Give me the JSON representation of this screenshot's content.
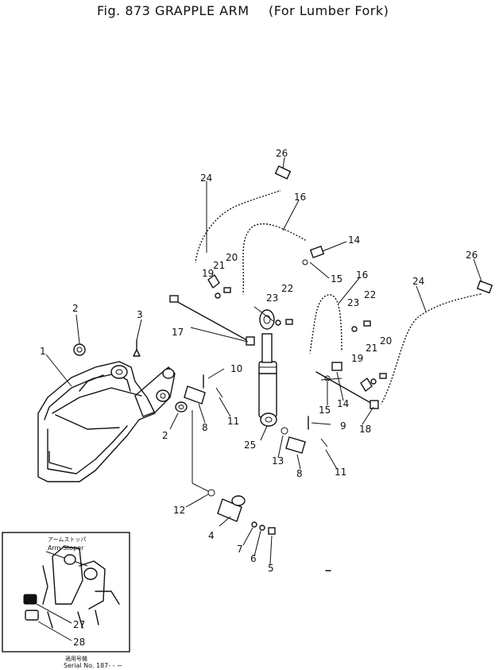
{
  "title": {
    "fig": "Fig. 873 GRAPPLE ARM",
    "note": "(For Lumber Fork)"
  },
  "callouts": {
    "c1": "1",
    "c2a": "2",
    "c2b": "2",
    "c3": "3",
    "c4": "4",
    "c5": "5",
    "c6": "6",
    "c7": "7",
    "c8a": "8",
    "c8b": "8",
    "c9": "9",
    "c10": "10",
    "c11a": "11",
    "c11b": "11",
    "c12": "12",
    "c13": "13",
    "c14a": "14",
    "c14b": "14",
    "c15a": "15",
    "c15b": "15",
    "c16a": "16",
    "c16b": "16",
    "c17": "17",
    "c18": "18",
    "c19a": "19",
    "c19b": "19",
    "c20a": "20",
    "c20b": "20",
    "c21a": "21",
    "c21b": "21",
    "c22a": "22",
    "c22b": "22",
    "c23a": "23",
    "c23b": "23",
    "c24a": "24",
    "c24b": "24",
    "c25": "25",
    "c26a": "26",
    "c26b": "26",
    "c27": "27",
    "c28": "28"
  },
  "inset": {
    "label_jp": "アームストッパ",
    "label_en": "Arm Stoper",
    "serial_jp": "適用号機",
    "serial_en": "Serial No. 187- - ~"
  }
}
